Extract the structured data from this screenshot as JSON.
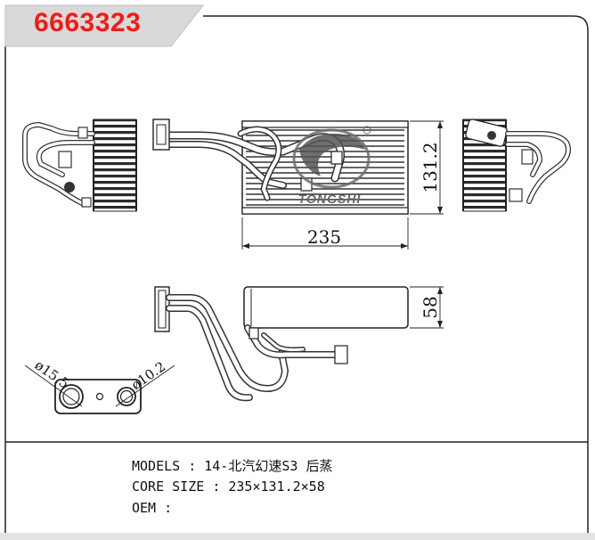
{
  "header": {
    "part_number": "6663323"
  },
  "drawing": {
    "dim_width": "235",
    "dim_height": "131.2",
    "dim_depth": "58",
    "dim_port_large": "ø15.5",
    "dim_port_small": "ø10.2",
    "watermark": "TONGSHI"
  },
  "specs": {
    "models_label": "MODELS",
    "models_value": "14-北汽幻速S3 后蒸",
    "core_label": "CORE SIZE",
    "core_value": "235×131.2×58",
    "oem_label": "OEM",
    "oem_value": "",
    "separator": ":"
  },
  "colors": {
    "accent": "#e8201b",
    "banner": "#d9d9d9",
    "line": "#222222"
  }
}
